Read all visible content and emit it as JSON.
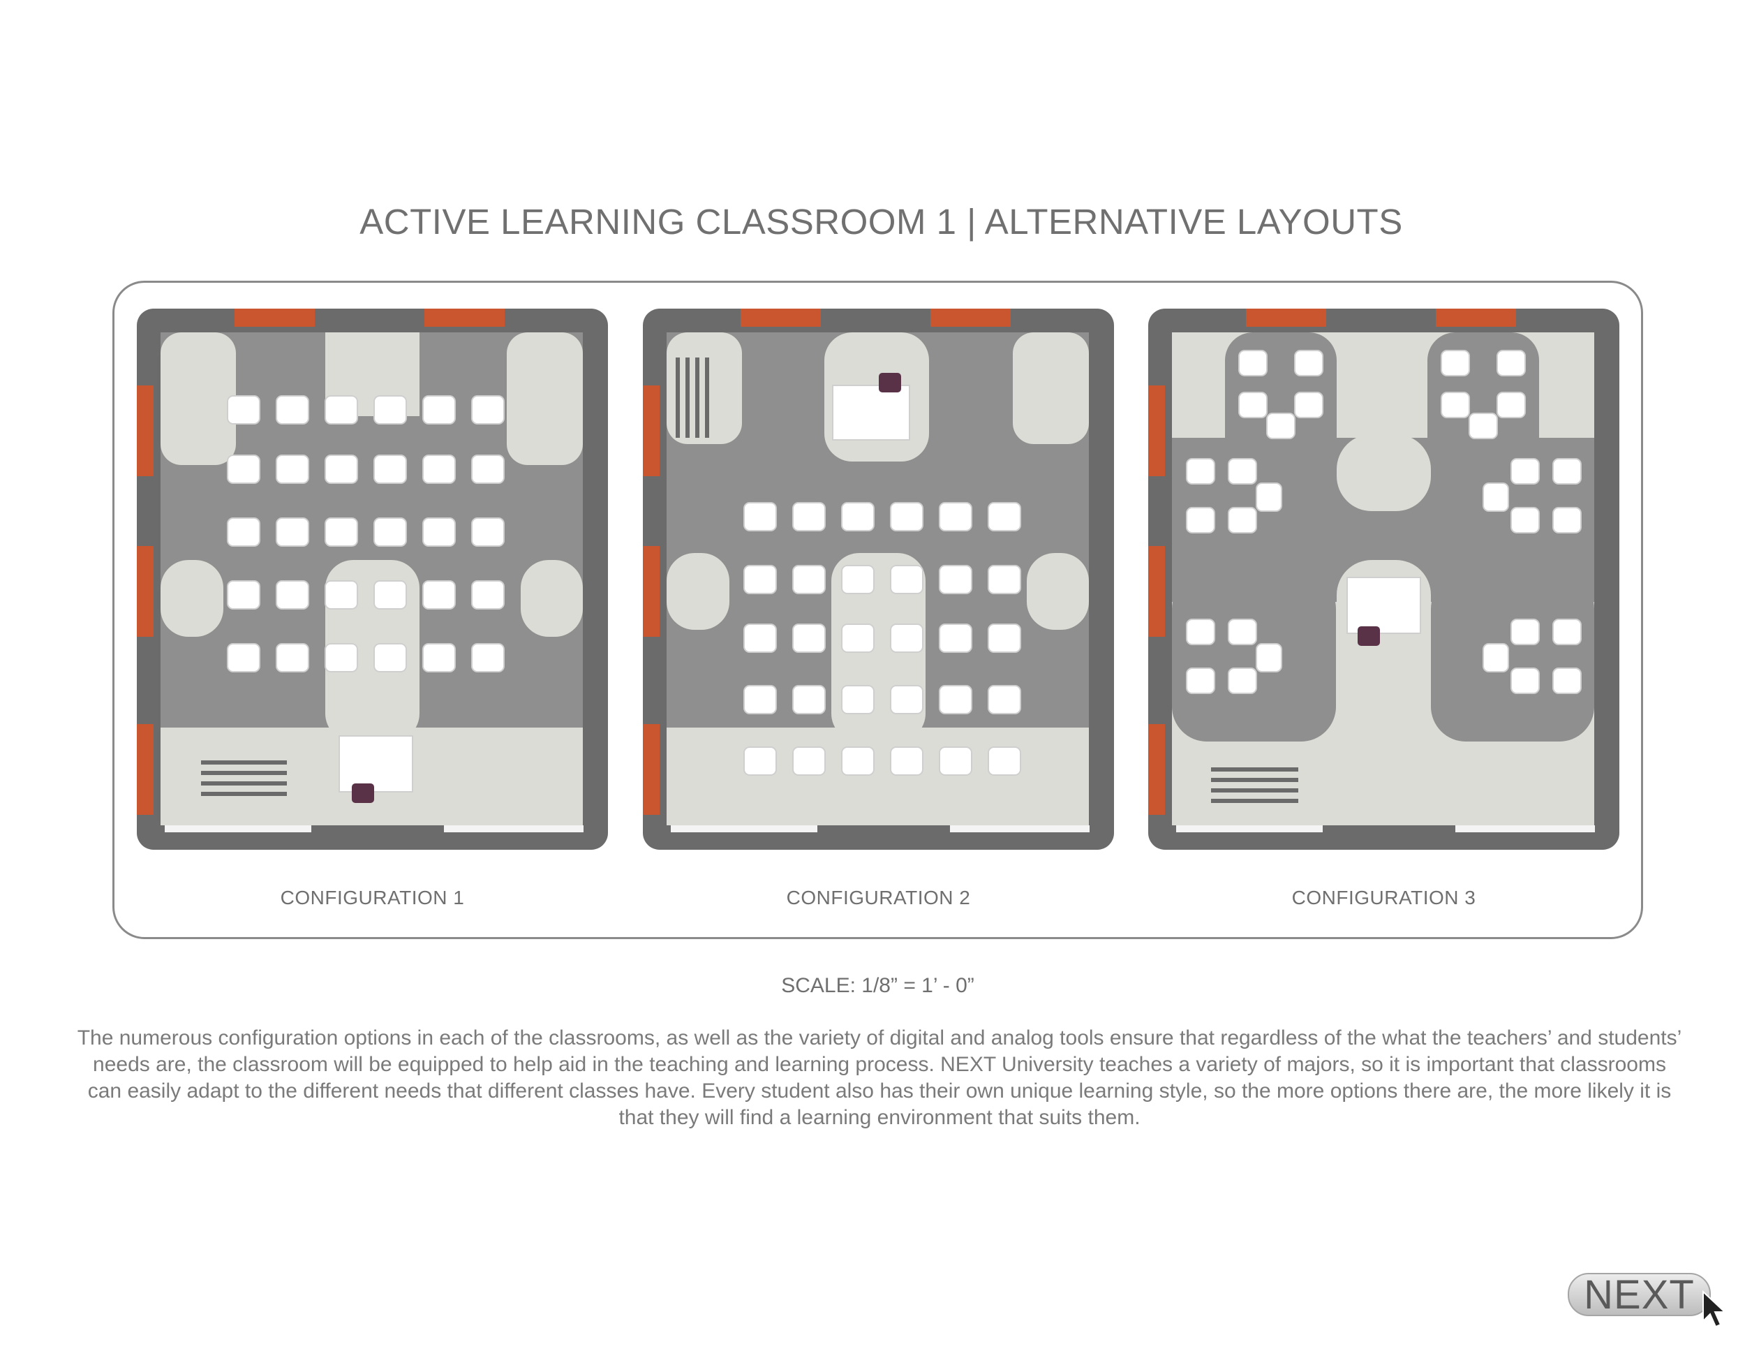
{
  "header": {
    "title": "ACTIVE LEARNING CLASSROOM 1 | ALTERNATIVE LAYOUTS"
  },
  "configurations": [
    {
      "label": "CONFIGURATION 1"
    },
    {
      "label": "CONFIGURATION 2"
    },
    {
      "label": "CONFIGURATION 3"
    }
  ],
  "scale": "SCALE: 1/8” = 1’ - 0”",
  "description": "The numerous configuration options in each of the classrooms, as well as the variety of digital and analog tools ensure that regardless of the what the teachers’ and students’ needs are, the classroom will be equipped to help aid in the teaching and learning process. NEXT University teaches a variety of majors, so it is important that classrooms can easily adapt to the different needs that different classes have. Every student also has their own unique learning style, so the more options there are, the more likely it is that they will find a learning environment that suits them.",
  "nav": {
    "next_label": "NEXT",
    "cursor_icon": "arrow-cursor-icon"
  },
  "colors": {
    "wall": "#6b6b6b",
    "carpet": "#8f8f8f",
    "light_floor": "#dcdcd6",
    "whiteboard": "#c9562f",
    "desk": "#ffffff",
    "chair": "#5a3248"
  }
}
